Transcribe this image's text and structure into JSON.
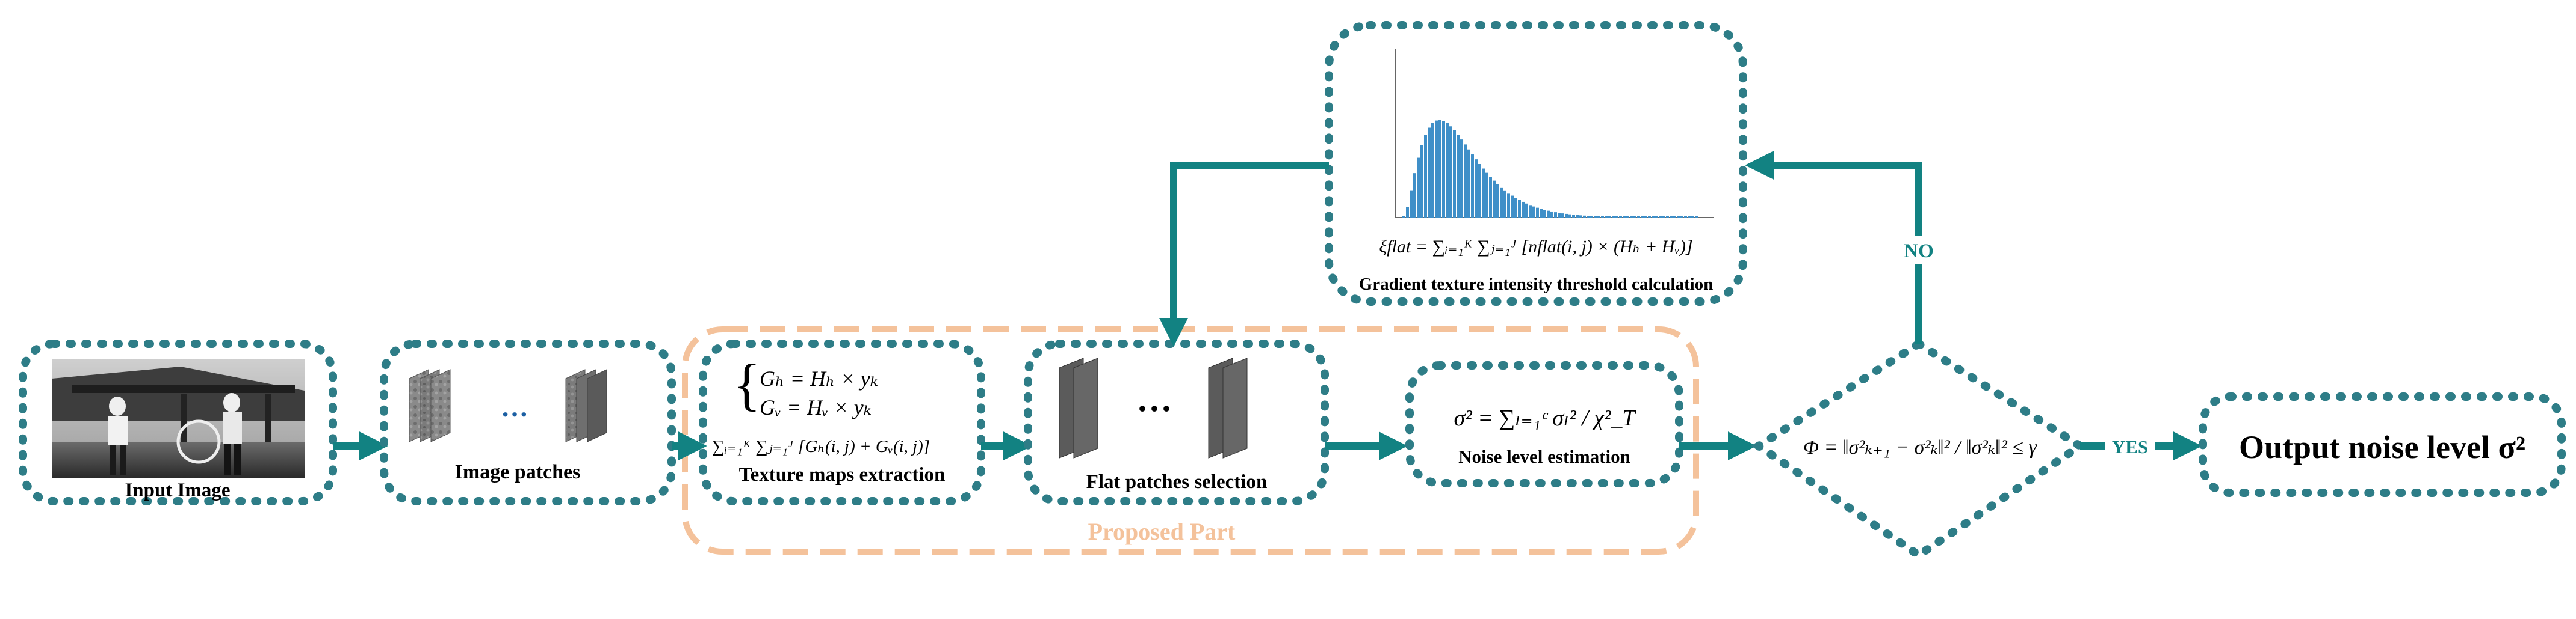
{
  "labels": {
    "input_image": "Input Image",
    "image_patches": "Image patches",
    "texture_maps": "Texture maps extraction",
    "flat_patches": "Flat patches selection",
    "noise_estimation": "Noise level estimation",
    "threshold_calc": "Gradient texture intensity threshold calculation",
    "proposed_part": "Proposed Part",
    "output": "Output noise level σ²",
    "yes": "YES",
    "no": "NO",
    "ellipsis": "···"
  },
  "equations": {
    "gh": "Gₕ = Hₕ × yₖ",
    "gv": "Gᵥ = Hᵥ × yₖ",
    "texture_sum": "∑ᵢ₌₁ᴷ ∑ⱼ₌₁ᴶ [Gₕ(i, j) + Gᵥ(i, j)]",
    "threshold": "ξflat = ∑ᵢ₌₁ᴷ ∑ⱼ₌₁ᴶ [nflat(i, j) × (Hₕ + Hᵥ)]",
    "noise_level": "σ² = ∑ₗ₌₁ᶜ σₗ² / χ²_T",
    "stop_criterion": "Φ = ‖σ²ₖ₊₁ − σ²ₖ‖² / ‖σ²ₖ‖² ≤ γ"
  },
  "colors": {
    "teal_box": "#2e7d87",
    "teal_arrow": "#128282",
    "proposed_orange": "#f4c29b",
    "histogram_blue": "#3f8fc8"
  },
  "icons": {
    "input_photo": "grayscale-photo",
    "patches": "image-patch-stack",
    "histogram": "gradient-histogram"
  }
}
